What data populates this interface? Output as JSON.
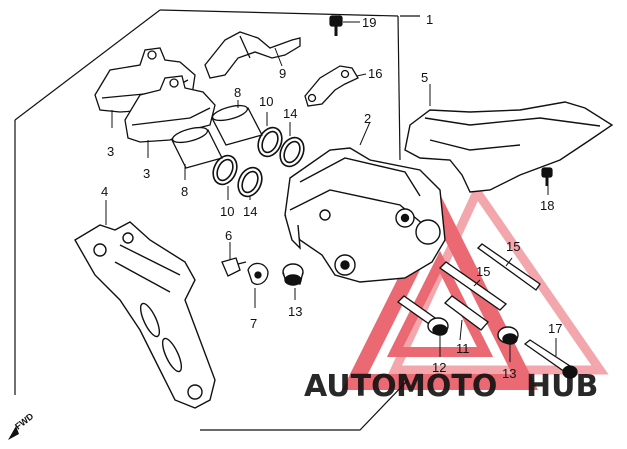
{
  "diagram": {
    "direction_label": "FWD",
    "part_labels": {
      "p1": "1",
      "p2": "2",
      "p3a": "3",
      "p3b": "3",
      "p4": "4",
      "p5": "5",
      "p6": "6",
      "p7": "7",
      "p8a": "8",
      "p8b": "8",
      "p9": "9",
      "p10a": "10",
      "p10b": "10",
      "p11": "11",
      "p12": "12",
      "p13a": "13",
      "p13b": "13",
      "p14a": "14",
      "p14b": "14",
      "p15a": "15",
      "p15b": "15",
      "p16": "16",
      "p17": "17",
      "p18": "18",
      "p19": "19"
    }
  },
  "watermark": {
    "part1": "AUTO",
    "part2": "MOTO",
    "part3": "HUB",
    "color_auto": "#f4a62a",
    "color_moto": "#ee3b3b",
    "color_hub": "#6d6d6d",
    "triangle_color": "#e8505b"
  }
}
